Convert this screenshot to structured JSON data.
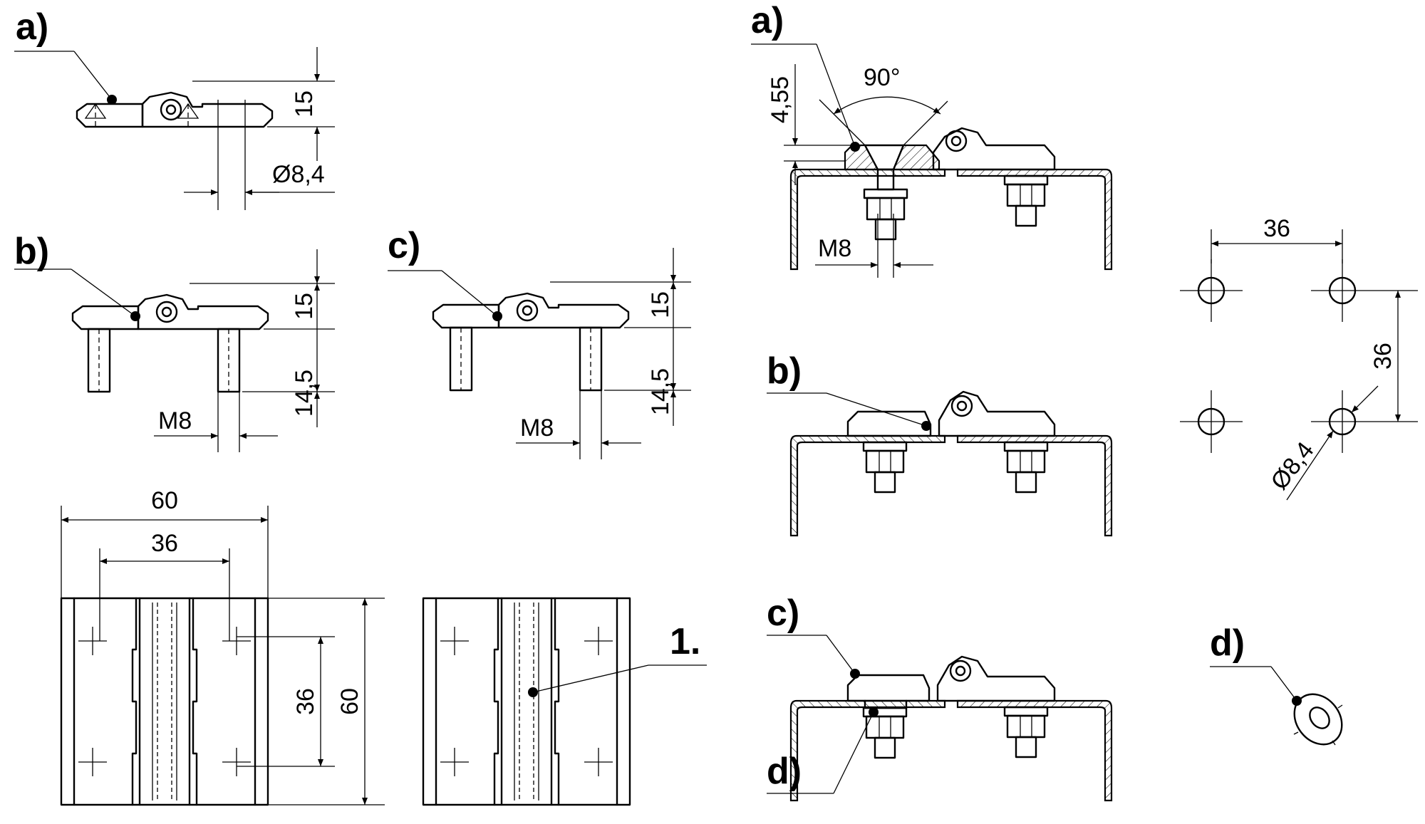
{
  "labels": {
    "a": "a)",
    "b": "b)",
    "c": "c)",
    "d": "d)",
    "one": "1."
  },
  "dims": {
    "height_15": "15",
    "hole_dia": "Ø8,4",
    "thread": "M8",
    "stud_len": "14,5",
    "width_60": "60",
    "pitch_36": "36",
    "height_60": "60",
    "height_36": "36",
    "countersink_depth": "4,55",
    "angle": "90°",
    "pattern_x": "36",
    "pattern_y": "36",
    "pattern_dia": "Ø8,4"
  }
}
